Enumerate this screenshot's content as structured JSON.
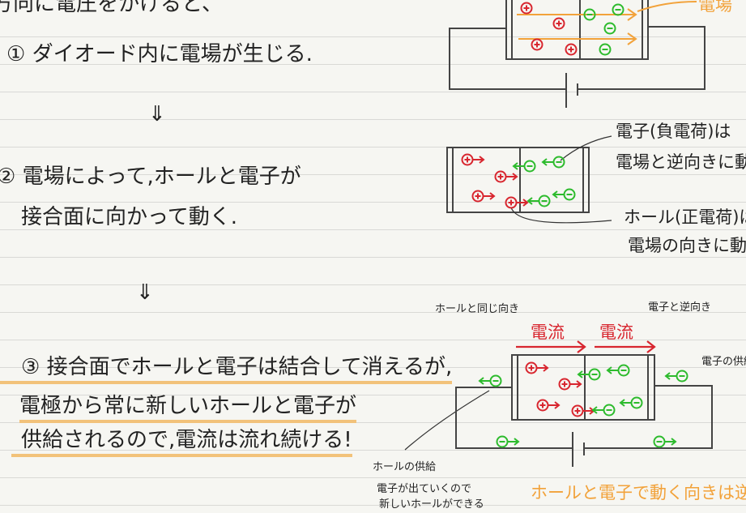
{
  "left": {
    "intro": "方向に電圧をかけると、",
    "step1": "① ダイオード内に電場が生じる.",
    "arrow": "⇓",
    "step2_line1": "② 電場によって,ホールと電子が",
    "step2_line2": "接合面に向かって動く.",
    "step3_line1": "③ 接合面でホールと電子は結合して消えるが,",
    "step3_line2": "電極から常に新しいホールと電子が",
    "step3_line3": "供給されるので,電流は流れ続ける!"
  },
  "diagram1": {
    "field_label": "電場"
  },
  "diagram2": {
    "electron_note_1": "電子(負電荷)は",
    "electron_note_2": "電場と逆向きに動く",
    "hole_note_1": "ホール(正電荷)は",
    "hole_note_2": "電場の向きに動く"
  },
  "diagram3": {
    "same_as_hole": "ホールと同じ向き",
    "opposite_electron": "電子と逆向き",
    "current_label": "電流",
    "electron_supply": "電子の供給",
    "hole_supply": "ホールの供給",
    "hole_supply_note_1": "電子が出ていくので",
    "hole_supply_note_2": "新しいホールができる",
    "conclusion": "ホールと電子で動く向きは逆だ"
  },
  "colors": {
    "hole": "#d8262f",
    "electron": "#2dbb2d",
    "field": "#f2a23a",
    "highlight": "#f2c27a"
  }
}
